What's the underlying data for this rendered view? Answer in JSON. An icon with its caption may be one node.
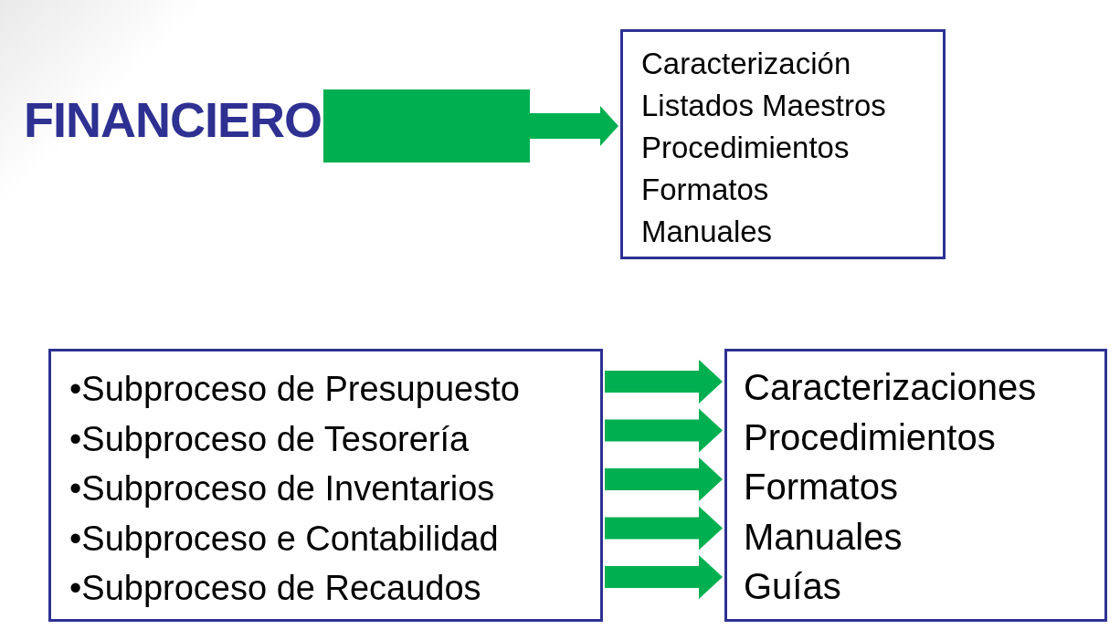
{
  "diagram": {
    "nodes": [
      {
        "text": [
          "FINANCIERO"
        ]
      },
      {
        "text": [
          "Caracterización",
          "Listados Maestros",
          "Procedimientos",
          "Formatos",
          "Manuales"
        ]
      },
      {
        "text": [
          "•Subproceso de Presupuesto",
          "•Subproceso de Tesorería",
          "•Subproceso de Inventarios",
          "•Subproceso e Contabilidad",
          "•Subproceso de Recaudos"
        ]
      },
      {
        "text": [
          "Caracterizaciones",
          "Procedimientos",
          "Formatos",
          "Manuales",
          "Guías"
        ]
      }
    ],
    "edges": [
      {
        "from": 0,
        "to": 1,
        "arrow": "to"
      },
      {
        "from": 2,
        "to": 3,
        "arrow": "to"
      },
      {
        "from": 2,
        "to": 3,
        "arrow": "to"
      },
      {
        "from": 2,
        "to": 3,
        "arrow": "to"
      },
      {
        "from": 2,
        "to": 3,
        "arrow": "to"
      },
      {
        "from": 2,
        "to": 3,
        "arrow": "to"
      }
    ]
  }
}
